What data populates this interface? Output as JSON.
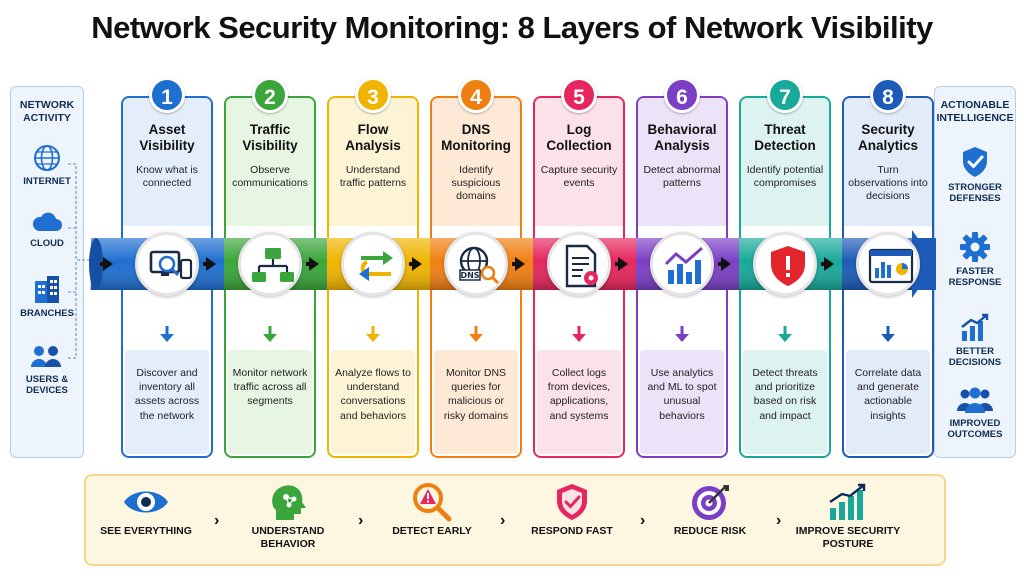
{
  "title": "Network Security Monitoring: 8 Layers of Network Visibility",
  "left_panel": {
    "heading": "NETWORK ACTIVITY",
    "items": [
      {
        "label": "INTERNET",
        "icon": "globe-icon"
      },
      {
        "label": "CLOUD",
        "icon": "cloud-icon"
      },
      {
        "label": "BRANCHES",
        "icon": "building-icon"
      },
      {
        "label": "USERS & DEVICES",
        "icon": "users-icon"
      }
    ]
  },
  "right_panel": {
    "heading": "ACTIONABLE INTELLIGENCE",
    "items": [
      {
        "label": "STRONGER DEFENSES",
        "icon": "shield-check-icon"
      },
      {
        "label": "FASTER RESPONSE",
        "icon": "gear-icon"
      },
      {
        "label": "BETTER DECISIONS",
        "icon": "growth-chart-icon"
      },
      {
        "label": "IMPROVED OUTCOMES",
        "icon": "team-icon"
      }
    ]
  },
  "layers": [
    {
      "number": "1",
      "title": "Asset Visibility",
      "desc": "Know what is connected",
      "detail": "Discover and inventory all assets across the network",
      "color": "#1f6fd1",
      "light": "#e4eefb",
      "icon": "asset-monitor-icon"
    },
    {
      "number": "2",
      "title": "Traffic Visibility",
      "desc": "Observe communications",
      "detail": "Monitor network traffic across all segments",
      "color": "#3aa53a",
      "light": "#e7f5e3",
      "icon": "network-topology-icon"
    },
    {
      "number": "3",
      "title": "Flow Analysis",
      "desc": "Understand traffic patterns",
      "detail": "Analyze flows to understand conversations and behaviors",
      "color": "#f0b400",
      "light": "#fdf4d6",
      "icon": "flow-arrows-icon"
    },
    {
      "number": "4",
      "title": "DNS Monitoring",
      "desc": "Identify suspicious domains",
      "detail": "Monitor DNS queries for malicious or risky domains",
      "color": "#f07f12",
      "light": "#fde9d6",
      "icon": "dns-search-icon"
    },
    {
      "number": "5",
      "title": "Log Collection",
      "desc": "Capture security events",
      "detail": "Collect logs from devices, applications, and systems",
      "color": "#e6265e",
      "light": "#fbe1e8",
      "icon": "log-document-icon"
    },
    {
      "number": "6",
      "title": "Behavioral Analysis",
      "desc": "Detect abnormal patterns",
      "detail": "Use analytics and ML to spot unusual behaviors",
      "color": "#7b3fc6",
      "light": "#ede3f8",
      "icon": "behavior-chart-icon"
    },
    {
      "number": "7",
      "title": "Threat Detection",
      "desc": "Identify potential compromises",
      "detail": "Detect threats and prioritize based on risk and impact",
      "color": "#18a99a",
      "light": "#dcf3f0",
      "icon": "threat-shield-icon"
    },
    {
      "number": "8",
      "title": "Security Analytics",
      "desc": "Turn observations into decisions",
      "detail": "Correlate data and generate actionable insights",
      "color": "#1d5bb8",
      "light": "#e2ebf8",
      "icon": "analytics-dashboard-icon"
    }
  ],
  "benefits": [
    {
      "label": "SEE EVERYTHING",
      "icon": "eye-icon"
    },
    {
      "label": "UNDERSTAND BEHAVIOR",
      "icon": "brain-head-icon"
    },
    {
      "label": "DETECT EARLY",
      "icon": "magnify-alert-icon"
    },
    {
      "label": "RESPOND FAST",
      "icon": "shield-check-icon"
    },
    {
      "label": "REDUCE RISK",
      "icon": "target-icon"
    },
    {
      "label": "IMPROVE SECURITY POSTURE",
      "icon": "growth-chart-icon"
    }
  ]
}
